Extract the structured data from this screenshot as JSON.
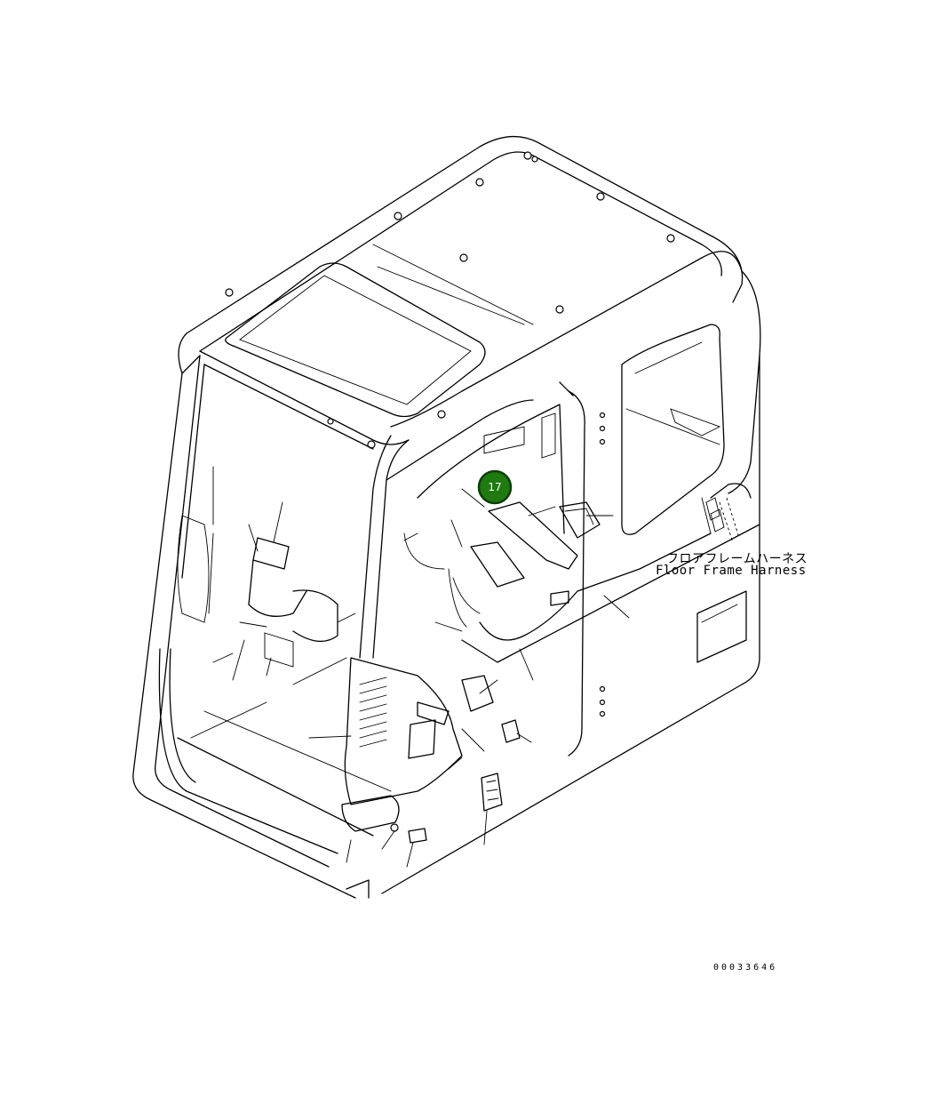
{
  "callouts": [
    {
      "number": "17",
      "color": "#1f7a10"
    }
  ],
  "labels": {
    "harness_jp": "フロアフレームハーネス",
    "harness_en": "Floor Frame Harness"
  },
  "drawing_number": "00033646"
}
